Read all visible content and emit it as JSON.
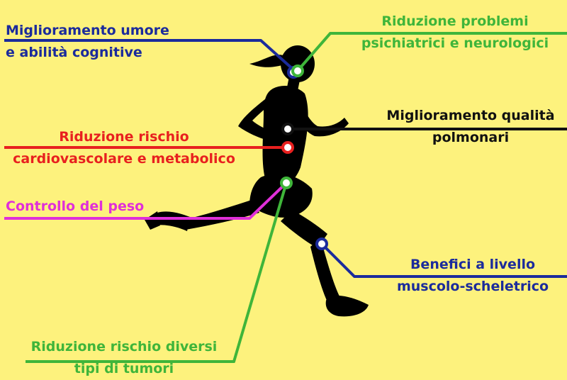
{
  "colors": {
    "background": "#fdf27d",
    "blue": "#1b2b9c",
    "green": "#3fb53a",
    "black": "#111111",
    "red": "#e8201f",
    "magenta": "#e02fd9",
    "silhouette": "#000000"
  },
  "labels": {
    "mood": {
      "line1": "Miglioramento umore",
      "line2": "e abilità cognitive",
      "color": "blue"
    },
    "psych": {
      "line1": "Riduzione problemi",
      "line2": "psichiatrici e neurologici",
      "color": "green"
    },
    "lungs": {
      "line1": "Miglioramento qualità",
      "line2": "polmonari",
      "color": "black"
    },
    "cardio": {
      "line1": "Riduzione rischio",
      "line2": "cardiovascolare e metabolico",
      "color": "red"
    },
    "weight": {
      "line1": "Controllo del peso",
      "color": "magenta"
    },
    "muscle": {
      "line1": "Benefici a livello",
      "line2": "muscolo-scheletrico",
      "color": "blue"
    },
    "tumors": {
      "line1": "Riduzione rischio diversi",
      "line2": "tipi di tumori",
      "color": "green"
    }
  },
  "figure": {
    "icon": "runner-silhouette-icon"
  }
}
